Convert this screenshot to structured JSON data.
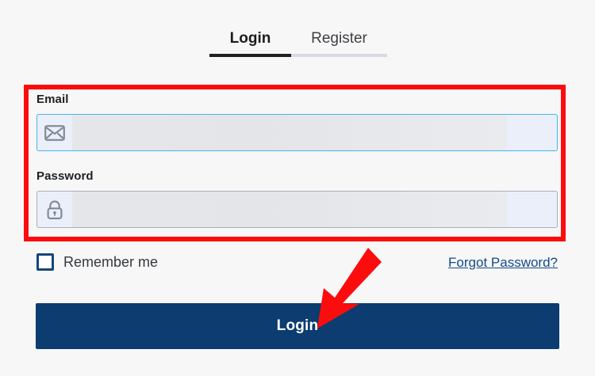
{
  "colors": {
    "page_background": "#f7f7f8",
    "highlight_border": "#fc0d0d",
    "pointer_arrow": "#fc0d0d",
    "primary_button": "#0c3c70",
    "link": "#144a86",
    "checkbox_border": "#14477d",
    "tab_active_underline": "#202124",
    "tab_inactive_underline": "#d8dce1",
    "email_field_border": "#49b3e8",
    "password_field_border": "#a9b0ba",
    "field_background": "#eaeffa",
    "placeholder_bar": "#e4e6ea"
  },
  "tabs": [
    {
      "label": "Login",
      "active": true
    },
    {
      "label": "Register",
      "active": false
    }
  ],
  "form": {
    "email": {
      "label": "Email",
      "icon": "envelope-icon",
      "value": "",
      "placeholder": ""
    },
    "password": {
      "label": "Password",
      "icon": "lock-icon",
      "value": "",
      "placeholder": ""
    },
    "remember_me": {
      "label": "Remember me",
      "checked": false
    },
    "forgot_password": {
      "label": "Forgot Password?"
    },
    "submit": {
      "label": "Login"
    }
  },
  "annotations": {
    "highlight_box": {
      "target": "email-and-password-fields"
    },
    "pointer_arrow": {
      "target": "login-button",
      "direction": "down-left"
    }
  }
}
